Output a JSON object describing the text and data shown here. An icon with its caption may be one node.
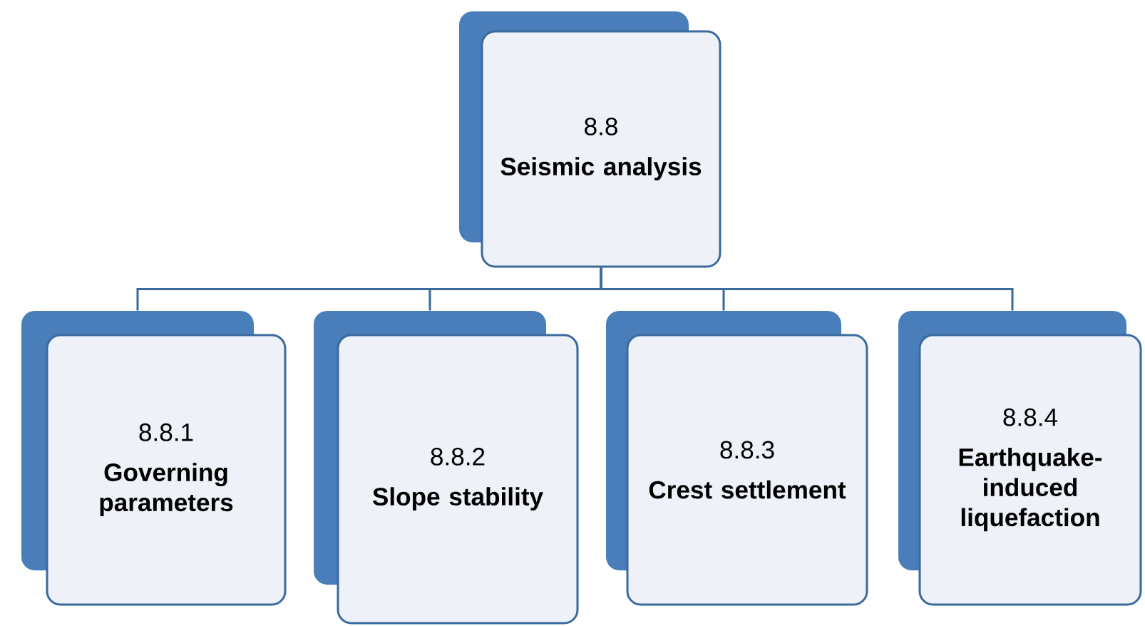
{
  "diagram": {
    "nodes": [
      {
        "text": [
          "8.8",
          "Seismic analysis"
        ]
      },
      {
        "text": [
          "8.8.1",
          "Governing parameters"
        ]
      },
      {
        "text": [
          "8.8.2",
          "Slope stability"
        ]
      },
      {
        "text": [
          "8.8.3",
          "Crest settlement"
        ]
      },
      {
        "text": [
          "8.8.4",
          "Earthquake-induced liquefaction"
        ]
      }
    ],
    "edges": [
      {
        "from": 0,
        "to": 1,
        "arrow": "none"
      },
      {
        "from": 0,
        "to": 2,
        "arrow": "none"
      },
      {
        "from": 0,
        "to": 3,
        "arrow": "none"
      },
      {
        "from": 0,
        "to": 4,
        "arrow": "none"
      }
    ]
  }
}
